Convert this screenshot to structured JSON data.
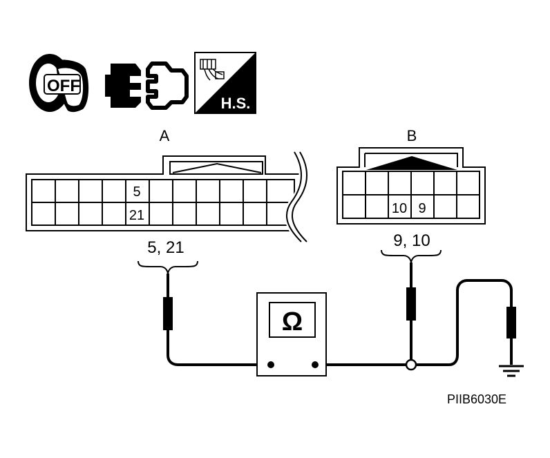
{
  "icons": {
    "ignition": {
      "name": "ignition-key-off-icon",
      "text": "OFF"
    },
    "connector": {
      "name": "disconnect-connector-icon"
    },
    "harness": {
      "name": "harness-side-icon",
      "text": "H.S."
    }
  },
  "connector_a": {
    "label": "A",
    "pin_top": "5",
    "pin_bottom": "21",
    "probe_label": "5, 21"
  },
  "connector_b": {
    "label": "B",
    "pin_left": "10",
    "pin_right": "9",
    "probe_label": "9, 10"
  },
  "meter": {
    "symbol": "Ω",
    "icon": "ohmmeter-icon"
  },
  "ground": {
    "icon": "ground-symbol-icon"
  },
  "figure_code": "PIIB6030E"
}
